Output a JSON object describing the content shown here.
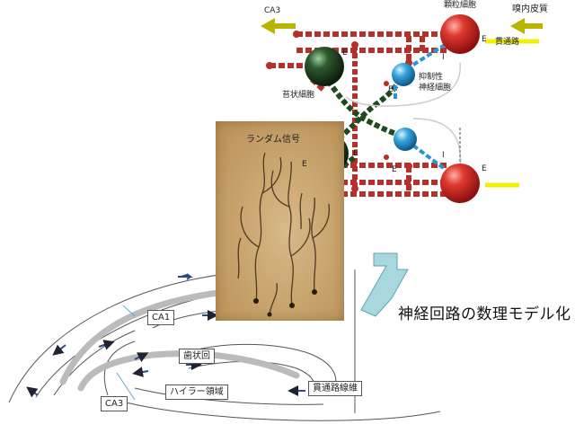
{
  "labels": {
    "ca3_top": "CA3",
    "granule_cell": "顆粒細胞",
    "entorhinal_cortex": "嗅内皮質",
    "perforant_path_top": "貫通路",
    "mossy_cell": "苔状細胞",
    "inhibitory_neuron_line1": "抑制性",
    "inhibitory_neuron_line2": "神経細胞",
    "random_signal": "ランダム信号",
    "excitatory": "E",
    "inhibitory": "I",
    "caption": "神経回路の数理モデル化"
  },
  "anatomy": {
    "ca1": "CA1",
    "dentate_gyrus": "歯状回",
    "hilar_region": "ハイラー領域",
    "perforant_fibers": "貫通路線維",
    "ca3": "CA3"
  },
  "colors": {
    "excitatory_link": "#b5302a",
    "granule_cell": "#c21d1d",
    "mossy_cell": "#1e3b1e",
    "inhibitory_cell": "#2a96cf",
    "input_arrow": "#b8b400",
    "perforant_input": "#f0f000",
    "caption_arrow": "#a6d8dd"
  }
}
